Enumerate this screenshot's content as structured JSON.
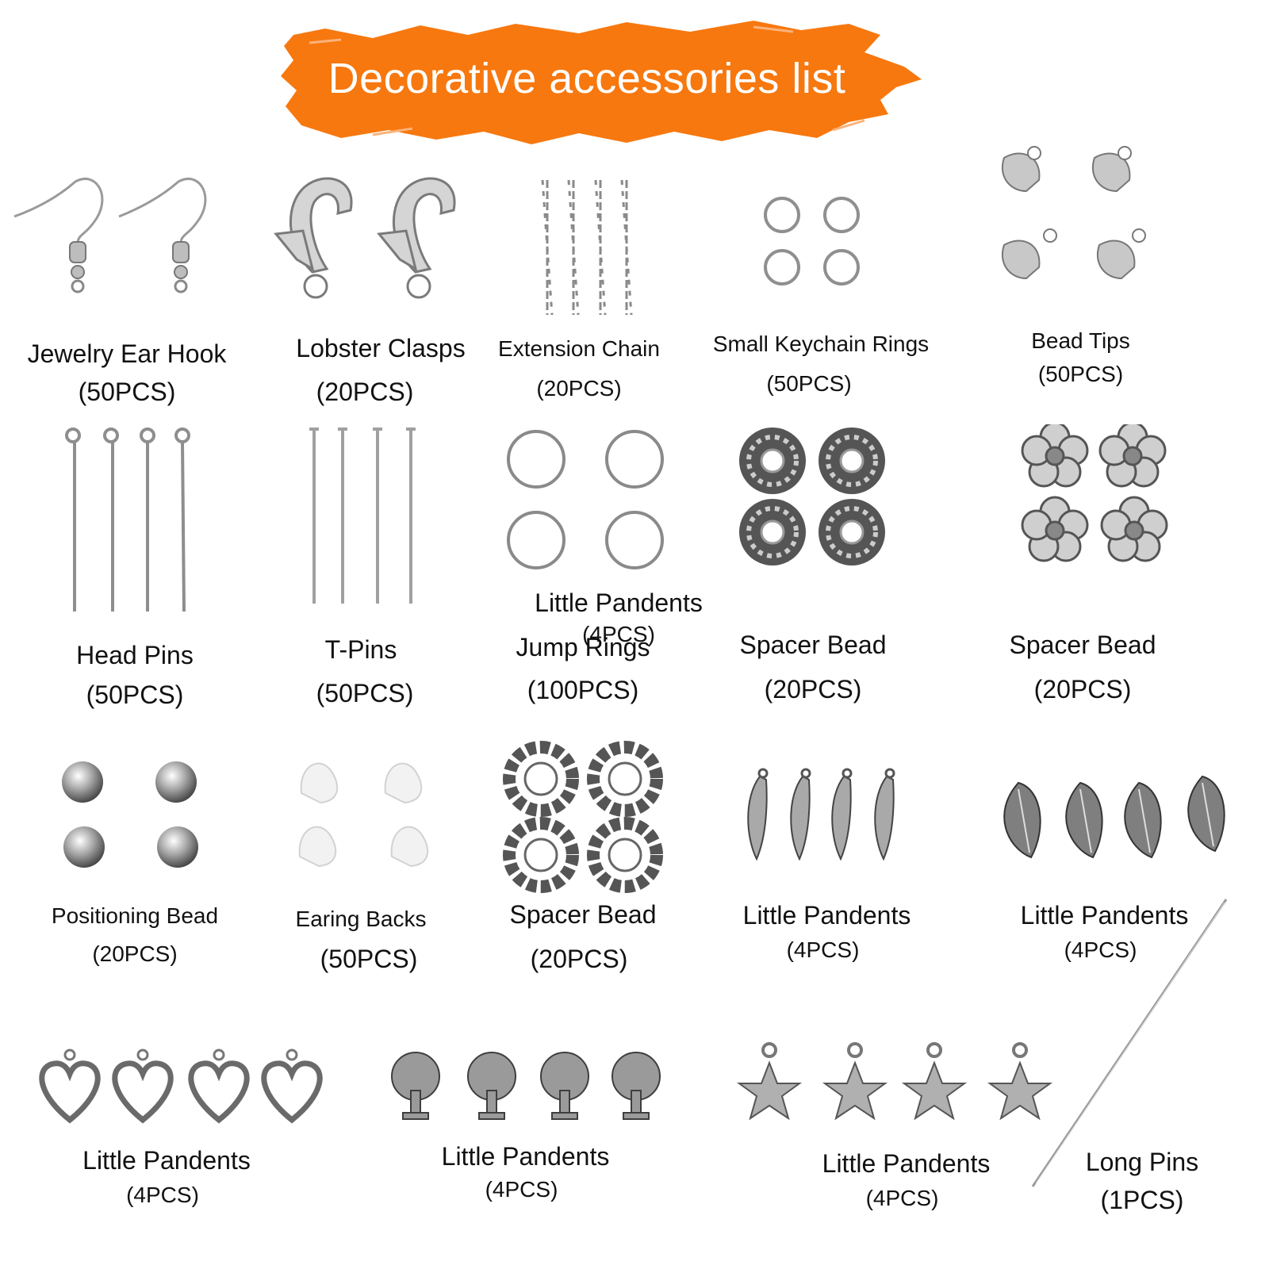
{
  "banner": {
    "title": "Decorative accessories list",
    "color": "#f7780f"
  },
  "items": [
    {
      "name": "Jewelry Ear Hook",
      "qty": "(50PCS)",
      "icon": "ear-hook-icon"
    },
    {
      "name": "Lobster Clasps",
      "qty": "(20PCS)",
      "icon": "lobster-clasp-icon"
    },
    {
      "name": "Extension Chain",
      "qty": "(20PCS)",
      "icon": "chain-icon"
    },
    {
      "name": "Small Keychain Rings",
      "qty": "(50PCS)",
      "icon": "small-ring-icon"
    },
    {
      "name": "Bead Tips",
      "qty": "(50PCS)",
      "icon": "bead-tip-icon"
    },
    {
      "name": "Head Pins",
      "qty": "(50PCS)",
      "icon": "head-pin-icon"
    },
    {
      "name": "T-Pins",
      "qty": "(50PCS)",
      "icon": "t-pin-icon"
    },
    {
      "name": "Jump Rings",
      "qty": "(100PCS)",
      "icon": "jump-ring-icon"
    },
    {
      "name": "Spacer Bead",
      "qty": "(20PCS)",
      "icon": "disc-spacer-icon"
    },
    {
      "name": "Spacer Bead",
      "qty": "(20PCS)",
      "icon": "flower-spacer-icon"
    },
    {
      "name": "Positioning Bead",
      "qty": "(20PCS)",
      "icon": "ball-bead-icon"
    },
    {
      "name": "Earing Backs",
      "qty": "(50PCS)",
      "icon": "earring-back-icon"
    },
    {
      "name": "Spacer Bead",
      "qty": "(20PCS)",
      "icon": "daisy-spacer-icon"
    },
    {
      "name": "Little Pandents",
      "qty": "(4PCS)",
      "icon": "wing-pendant-icon"
    },
    {
      "name": "Little Pandents",
      "qty": "(4PCS)",
      "icon": "leaf-pendant-icon"
    },
    {
      "name": "Little Pandents",
      "qty": "(4PCS)",
      "icon": "heart-pendant-icon"
    },
    {
      "name": "Little Pandents",
      "qty": "(4PCS)",
      "icon": "tree-pendant-icon"
    },
    {
      "name": "Little Pandents",
      "qty": "(4PCS)",
      "icon": "star-pendant-icon"
    },
    {
      "name": "Long Pins",
      "qty": "(1PCS)",
      "icon": "long-pin-icon"
    },
    {
      "name": "Little Pandents",
      "qty": "(4PCS)",
      "icon": "ring-pendant-label"
    }
  ]
}
